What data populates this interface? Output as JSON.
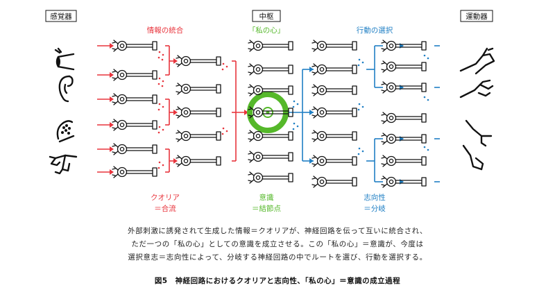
{
  "labels": {
    "sensory": "感覚器",
    "central": "中枢",
    "motor": "運動器",
    "integration": "情報の統合",
    "self": "「私の心」",
    "selection": "行動の選択",
    "qualia": "クオリア",
    "qualia_eq": "＝合流",
    "consciousness": "意識",
    "consciousness_eq": "＝結節点",
    "intentionality": "志向性",
    "intentionality_eq": "＝分岐"
  },
  "caption": {
    "line1": "外部刺激に誘発されて生成した情報＝クオリアが、神経回路を伝って互いに統合され、",
    "line2": "ただ一つの「私の心」としての意識を成立させる。この「私の心」＝意識が、今度は",
    "line3": "選択意志＝志向性によって、分岐する神経回路の中でルートを選び、行動を選択する。",
    "title": "図5　神経回路におけるクオリアと志向性、「私の心」＝意識の成立過程"
  },
  "colors": {
    "red": "#e8343c",
    "green": "#55b82a",
    "blue": "#1f7fc4",
    "black": "#111111"
  }
}
